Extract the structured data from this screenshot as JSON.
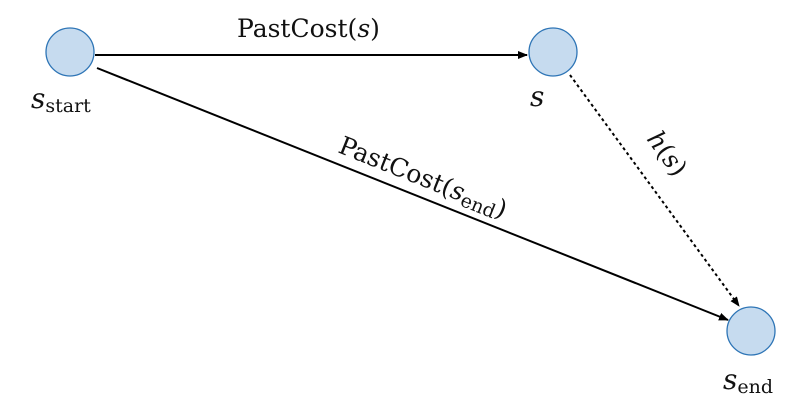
{
  "colors": {
    "node_fill": "#c6dbef",
    "node_stroke": "#2e75b6",
    "edge": "#000000"
  },
  "nodes": {
    "start": {
      "var": "s",
      "sub": "start"
    },
    "s": {
      "var": "s"
    },
    "end": {
      "var": "s",
      "sub": "end"
    }
  },
  "edges": {
    "start_to_s": {
      "func": "PastCost",
      "open": "(",
      "var": "s",
      "close": ")",
      "style": "solid"
    },
    "start_to_end": {
      "func": "PastCost",
      "open": "(",
      "var": "s",
      "sub": "end",
      "close": ")",
      "style": "solid"
    },
    "s_to_end": {
      "func": "h",
      "open": "(",
      "var": "s",
      "close": ")",
      "style": "dotted"
    }
  }
}
